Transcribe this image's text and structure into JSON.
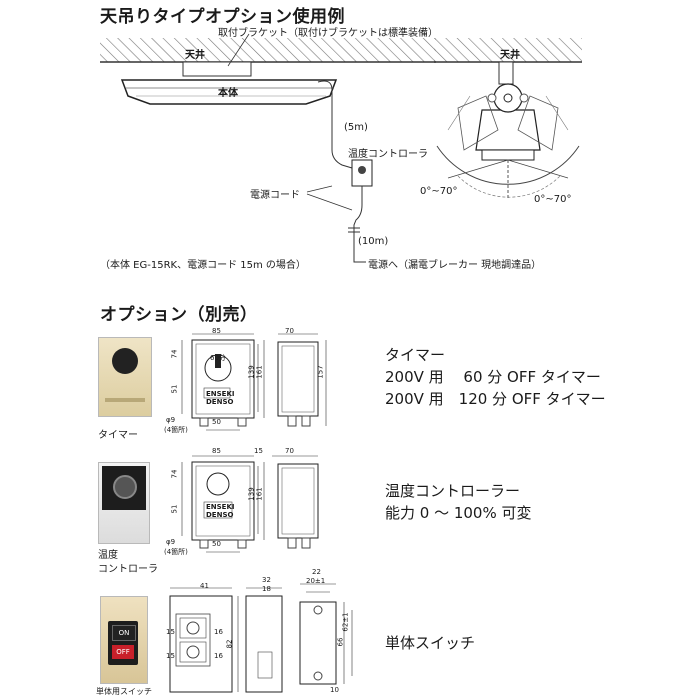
{
  "usage": {
    "title": "天吊りタイプオプション使用例",
    "bracket_label": "取付ブラケット（取付けブラケットは標準装備）",
    "ceiling_left": "天井",
    "body_label": "本体",
    "cable_5m": "(5m)",
    "controller_label": "温度コントローラ",
    "cord_label": "電源コード",
    "cable_10m": "(10m)",
    "power_label": "電源へ（漏電ブレーカー 現地調達品）",
    "note": "（本体 EG-15RK、電源コード 15m の場合）",
    "ceiling_right": "天井",
    "angle_left": "0°~70°",
    "angle_right": "0°~70°"
  },
  "options": {
    "title": "オプション（別売）",
    "timer": {
      "caption": "タイマー",
      "name": "タイマー",
      "line1": "200V 用　 60 分 OFF タイマー",
      "line2": "200V 用　120 分 OFF タイマー",
      "dims": {
        "w85": "85",
        "d70": "70",
        "h74": "74",
        "h51": "51",
        "h139": "139",
        "h161": "161",
        "h157": "157",
        "b50": "50",
        "hole": "φ9",
        "holes": "(4箇所)",
        "brand1": "ENSEKI",
        "brand2": "DENSO",
        "dial": "60分"
      }
    },
    "controller": {
      "caption1": "温度",
      "caption2": "コントローラ",
      "name": "温度コントローラー",
      "range": "能力 0 ～ 100% 可変",
      "dims": {
        "w85": "85",
        "w15": "15",
        "d70": "70",
        "h74": "74",
        "h51": "51",
        "h139": "139",
        "h161": "161",
        "b50": "50",
        "hole": "φ9",
        "holes": "(4箇所)",
        "brand1": "ENSEKI",
        "brand2": "DENSO"
      }
    },
    "switch": {
      "caption": "単体用スイッチ",
      "name": "単体スイッチ",
      "on_label": "ON",
      "off_label": "OFF",
      "dims": {
        "w41": "41",
        "d32": "32",
        "d18": "18",
        "w22": "22",
        "w20": "20±1",
        "h82": "82",
        "h66": "66",
        "h62": "62±1",
        "h10": "10",
        "s16a": "16",
        "s16b": "16",
        "s15a": "15",
        "s15b": "15"
      }
    }
  }
}
